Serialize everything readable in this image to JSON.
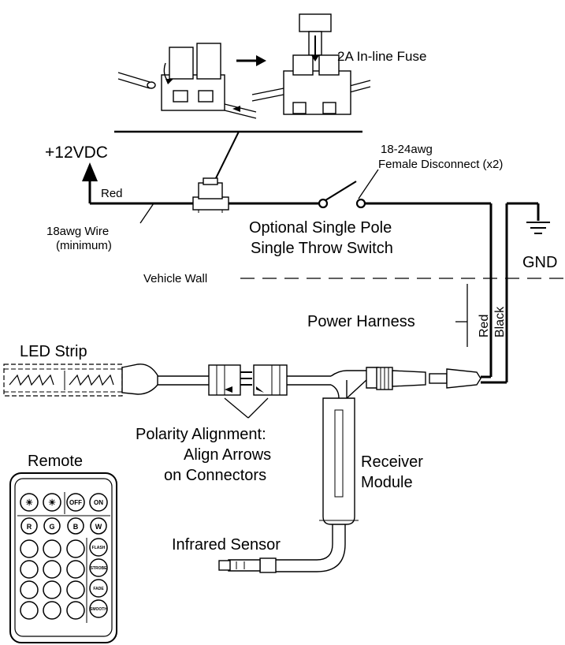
{
  "labels": {
    "fuse": "2A In-line Fuse",
    "voltage": "+12VDC",
    "red_wire": "Red",
    "wire_gauge_line1": "18awg Wire",
    "wire_gauge_line2": "(minimum)",
    "disconnect_line1": "18-24awg",
    "disconnect_line2": "Female Disconnect (x2)",
    "switch_line1": "Optional Single Pole",
    "switch_line2": "Single Throw Switch",
    "ground": "GND",
    "vehicle_wall": "Vehicle Wall",
    "power_harness": "Power Harness",
    "harness_red": "Red",
    "harness_black": "Black",
    "led_strip": "LED Strip",
    "polarity_line1": "Polarity Alignment:",
    "polarity_line2": "Align Arrows",
    "polarity_line3": "on Connectors",
    "receiver_line1": "Receiver",
    "receiver_line2": "Module",
    "infrared_sensor": "Infrared Sensor",
    "remote": "Remote"
  },
  "remote": {
    "top_row": [
      "☀",
      "☀",
      "OFF",
      "ON"
    ],
    "color_row": [
      "R",
      "G",
      "B",
      "W"
    ],
    "mode_buttons": [
      "FLASH",
      "STROBE",
      "FADE",
      "SMOOTH"
    ]
  },
  "colors": {
    "line": "#000000",
    "background": "#ffffff"
  }
}
